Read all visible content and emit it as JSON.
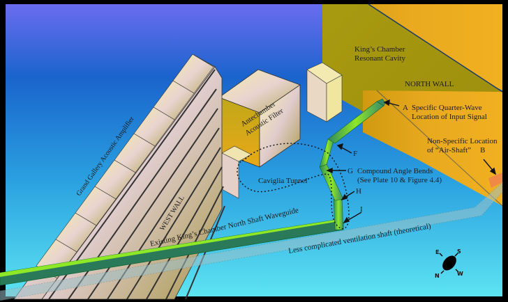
{
  "labels": {
    "kings_chamber_line1": "King’s Chamber",
    "kings_chamber_line2": "Resonant Cavity",
    "north_wall": "NORTH WALL",
    "point_a": "A",
    "point_a_desc_line1": "Specific Quarter-Wave",
    "point_a_desc_line2": "Location of Input Signal",
    "non_specific_line1": "Non-Specific Location",
    "non_specific_line2": "of “Air-Shaft”",
    "point_b": "B",
    "point_f": "F",
    "point_g": "G",
    "compound_line1": "Compound Angle Bends",
    "compound_line2": "(See Plate 10 & Figure  4.4)",
    "point_h": "H",
    "point_i": "I",
    "antechamber_line1": "Antechamber",
    "antechamber_line2": "Acoustic Filter",
    "caviglia": "Caviglia Tunnel",
    "grand_gallery": "Grand Gallery Acoustic Amplifier",
    "west_wall": "WEST WALL",
    "waveguide": "Existing King’s Chamber North Shaft Waveguide",
    "ventilation": "Less complicated ventilation shaft (theoretical)"
  },
  "compass": {
    "e": "E",
    "s": "S",
    "n": "N",
    "w": "W"
  },
  "colors": {
    "sky_top": "#6a6cf0",
    "sky_mid": "#1a6fd0",
    "sky_bottom": "#5ae0f0",
    "north_wall": "#e8a818",
    "kings_wall": "#a89a10",
    "waveguide": "#7ed321",
    "air_shaft": "#f08050"
  }
}
